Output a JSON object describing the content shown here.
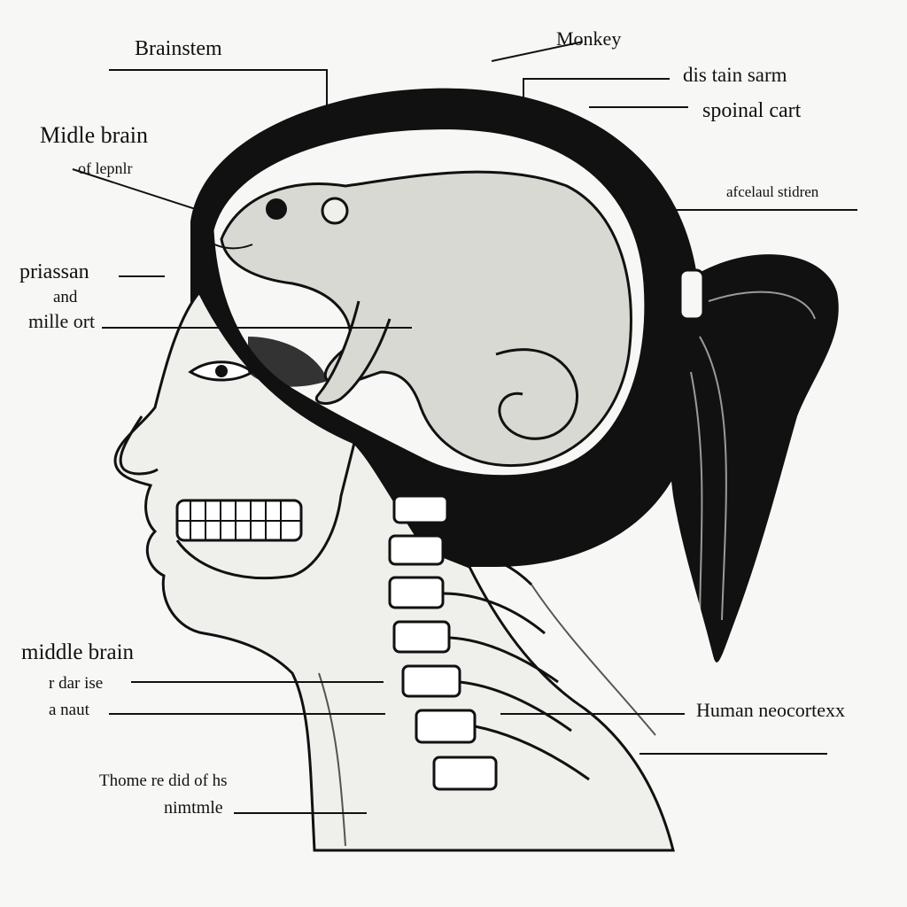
{
  "diagram": {
    "labels": {
      "brainstem": "Brainstem",
      "monkey": "Monkey",
      "dis_tain_sarm": "dis tain sarm",
      "spoinal_cart": "spoinal cart",
      "middle_brain_top": "Midle brain",
      "of_lepnlr": "of lepnlr",
      "afcelaul_stidren": "afcelaul stidren",
      "priassan": "priassan",
      "and": "and",
      "mille_ort": "mille ort",
      "middle_brain_lower": "middle brain",
      "r_dar_ise": "r dar ise",
      "a_naut": "a naut",
      "human_neocortex": "Human neocortexx",
      "thome_did_of_hs": "Thome re did of hs",
      "nimtmle": "nimtmle"
    },
    "colors": {
      "ink": "#111111",
      "paper": "#f7f7f5",
      "skin": "#efefec",
      "fur": "#d9d9d4"
    }
  }
}
